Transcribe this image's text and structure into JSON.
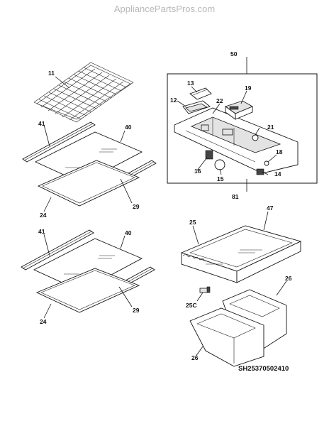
{
  "site_watermark": "AppliancePartsPros.com",
  "diagram_code": "SH25370502410",
  "callouts": {
    "c11": "11",
    "c41a": "41",
    "c40a": "40",
    "c29a": "29",
    "c24a": "24",
    "c41b": "41",
    "c40b": "40",
    "c29b": "29",
    "c24b": "24",
    "c50": "50",
    "c13": "13",
    "c12": "12",
    "c22": "22",
    "c19": "19",
    "c21": "21",
    "c18": "18",
    "c16": "16",
    "c15": "15",
    "c14": "14",
    "c81": "81",
    "c25": "25",
    "c47": "47",
    "c26a": "26",
    "c25c": "25C",
    "c26b": "26"
  }
}
